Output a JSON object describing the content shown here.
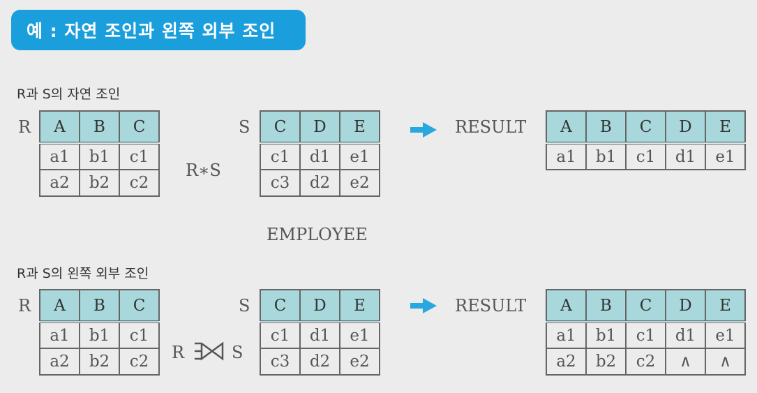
{
  "banner": {
    "title": "예 : 자연 조인과 왼쪽 외부 조인"
  },
  "natural_join": {
    "label": "R과 S의 자연 조인",
    "r_name": "R",
    "s_name": "S",
    "operator": "R∗S",
    "result_label": "RESULT",
    "R": {
      "headers": [
        "A",
        "B",
        "C"
      ],
      "rows": [
        [
          "a1",
          "b1",
          "c1"
        ],
        [
          "a2",
          "b2",
          "c2"
        ]
      ]
    },
    "S": {
      "headers": [
        "C",
        "D",
        "E"
      ],
      "rows": [
        [
          "c1",
          "d1",
          "e1"
        ],
        [
          "c3",
          "d2",
          "e2"
        ]
      ]
    },
    "RESULT": {
      "headers": [
        "A",
        "B",
        "C",
        "D",
        "E"
      ],
      "rows": [
        [
          "a1",
          "b1",
          "c1",
          "d1",
          "e1"
        ]
      ]
    }
  },
  "middle_title": "EMPLOYEE",
  "left_outer_join": {
    "label": "R과 S의 왼쪽 외부 조인",
    "r_name": "R",
    "s_name": "S",
    "op_left": "R",
    "op_right": "S",
    "result_label": "RESULT",
    "R": {
      "headers": [
        "A",
        "B",
        "C"
      ],
      "rows": [
        [
          "a1",
          "b1",
          "c1"
        ],
        [
          "a2",
          "b2",
          "c2"
        ]
      ]
    },
    "S": {
      "headers": [
        "C",
        "D",
        "E"
      ],
      "rows": [
        [
          "c1",
          "d1",
          "e1"
        ],
        [
          "c3",
          "d2",
          "e2"
        ]
      ]
    },
    "RESULT": {
      "headers": [
        "A",
        "B",
        "C",
        "D",
        "E"
      ],
      "rows": [
        [
          "a1",
          "b1",
          "c1",
          "d1",
          "e1"
        ],
        [
          "a2",
          "b2",
          "c2",
          "∧",
          "∧"
        ]
      ]
    }
  },
  "colors": {
    "banner": "#1a9fdc",
    "header_fill": "#a8d8dc",
    "arrow": "#29a8e0"
  }
}
